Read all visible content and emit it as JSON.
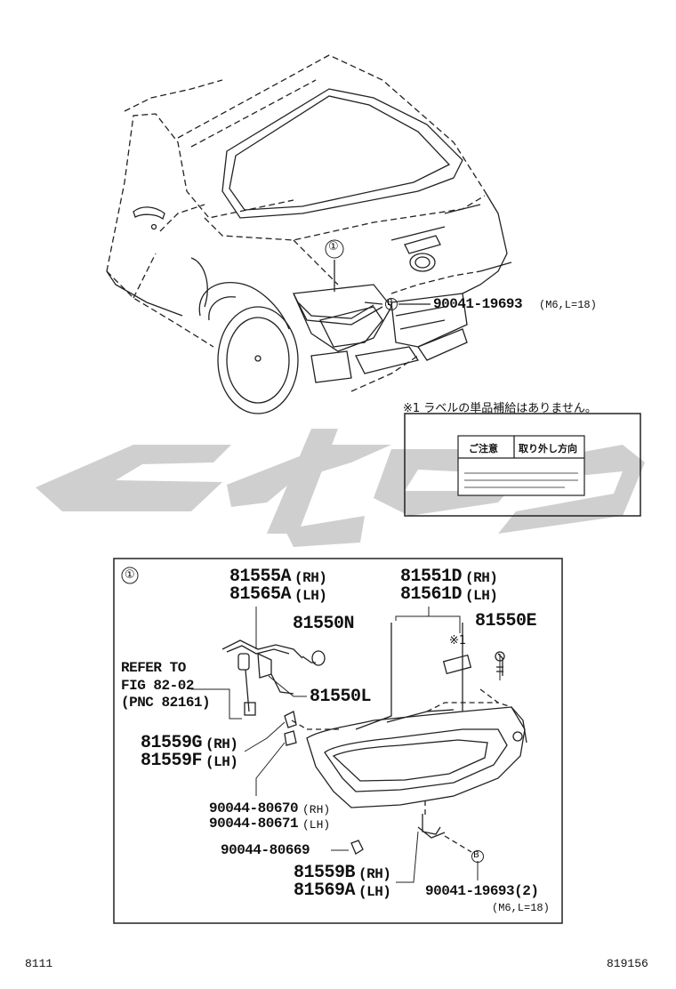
{
  "callouts": {
    "main_item": "①",
    "top_bolt": "90041-19693",
    "top_bolt_spec": "(M6,L=18)",
    "bolt_marker": "B"
  },
  "label_note": {
    "text": "※1 ラベルの単品補給はありません。",
    "caution": "ご注意",
    "removal": "取り外し方向"
  },
  "detail": {
    "item_marker": "①",
    "part_81555A": "81555A",
    "part_81565A": "81565A",
    "part_81551D": "81551D",
    "part_81561D": "81561D",
    "rh": "(RH)",
    "lh": "(LH)",
    "part_81550N": "81550N",
    "part_81550E": "81550E",
    "note_marker": "※1",
    "refer_to": "REFER TO",
    "fig": "FIG 82-02",
    "pnc": "(PNC 82161)",
    "part_81550L": "81550L",
    "part_81559G": "81559G",
    "part_81559F": "81559F",
    "part_90044_80670": "90044-80670",
    "part_90044_80671": "90044-80671",
    "part_90044_80669": "90044-80669",
    "part_81559B": "81559B",
    "part_81569A": "81569A",
    "bolt_qty": "90041-19693(2)",
    "bolt_spec": "(M6,L=18)",
    "bolt_marker": "B"
  },
  "footer": {
    "left_code": "8111",
    "right_code": "819156"
  },
  "watermark": {
    "color": "#cfcfcf"
  }
}
